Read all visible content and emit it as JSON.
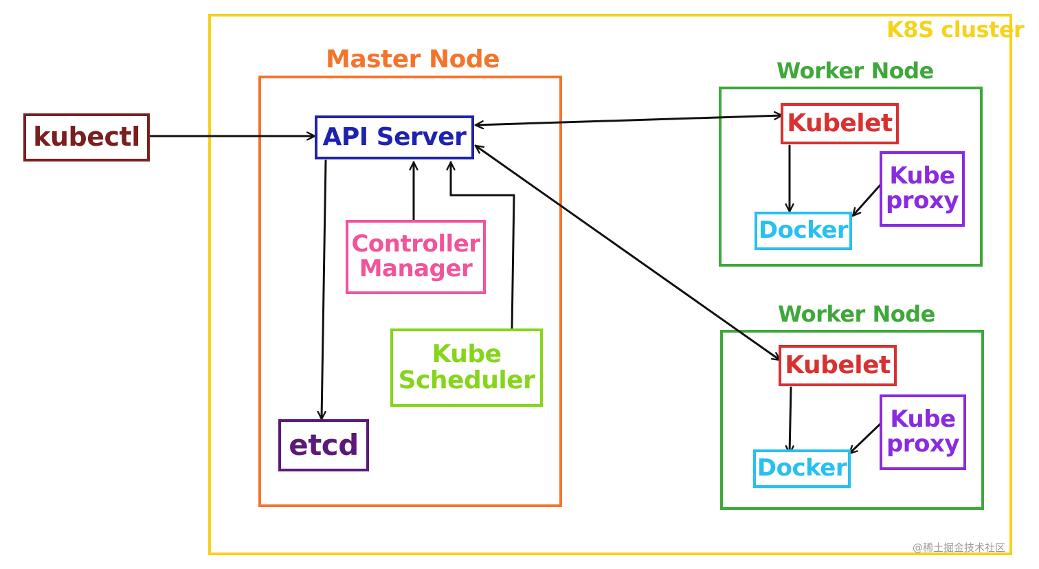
{
  "colors": {
    "cluster": "#F6D21A",
    "master": "#F4742B",
    "worker": "#3EA83A",
    "kubectl": "#7A1F1F",
    "api_server": "#1E22B0",
    "controller_manager": "#F1549B",
    "kube_scheduler": "#86D51A",
    "etcd": "#5B1A78",
    "kubelet": "#D93030",
    "docker": "#27C0F0",
    "kube_proxy": "#8A2BE2",
    "arrow": "#111111"
  },
  "cluster": {
    "title": "K8S cluster"
  },
  "master": {
    "title": "Master Node"
  },
  "workers": [
    {
      "title": "Worker Node"
    },
    {
      "title": "Worker Node"
    }
  ],
  "components": {
    "kubectl": "kubectl",
    "api_server": "API Server",
    "controller_manager": [
      "Controller",
      "Manager"
    ],
    "kube_scheduler": [
      "Kube",
      "Scheduler"
    ],
    "etcd": "etcd",
    "kubelet": "Kubelet",
    "docker": "Docker",
    "kube_proxy": [
      "Kube",
      "proxy"
    ]
  },
  "watermark": "@稀土掘金技术社区"
}
